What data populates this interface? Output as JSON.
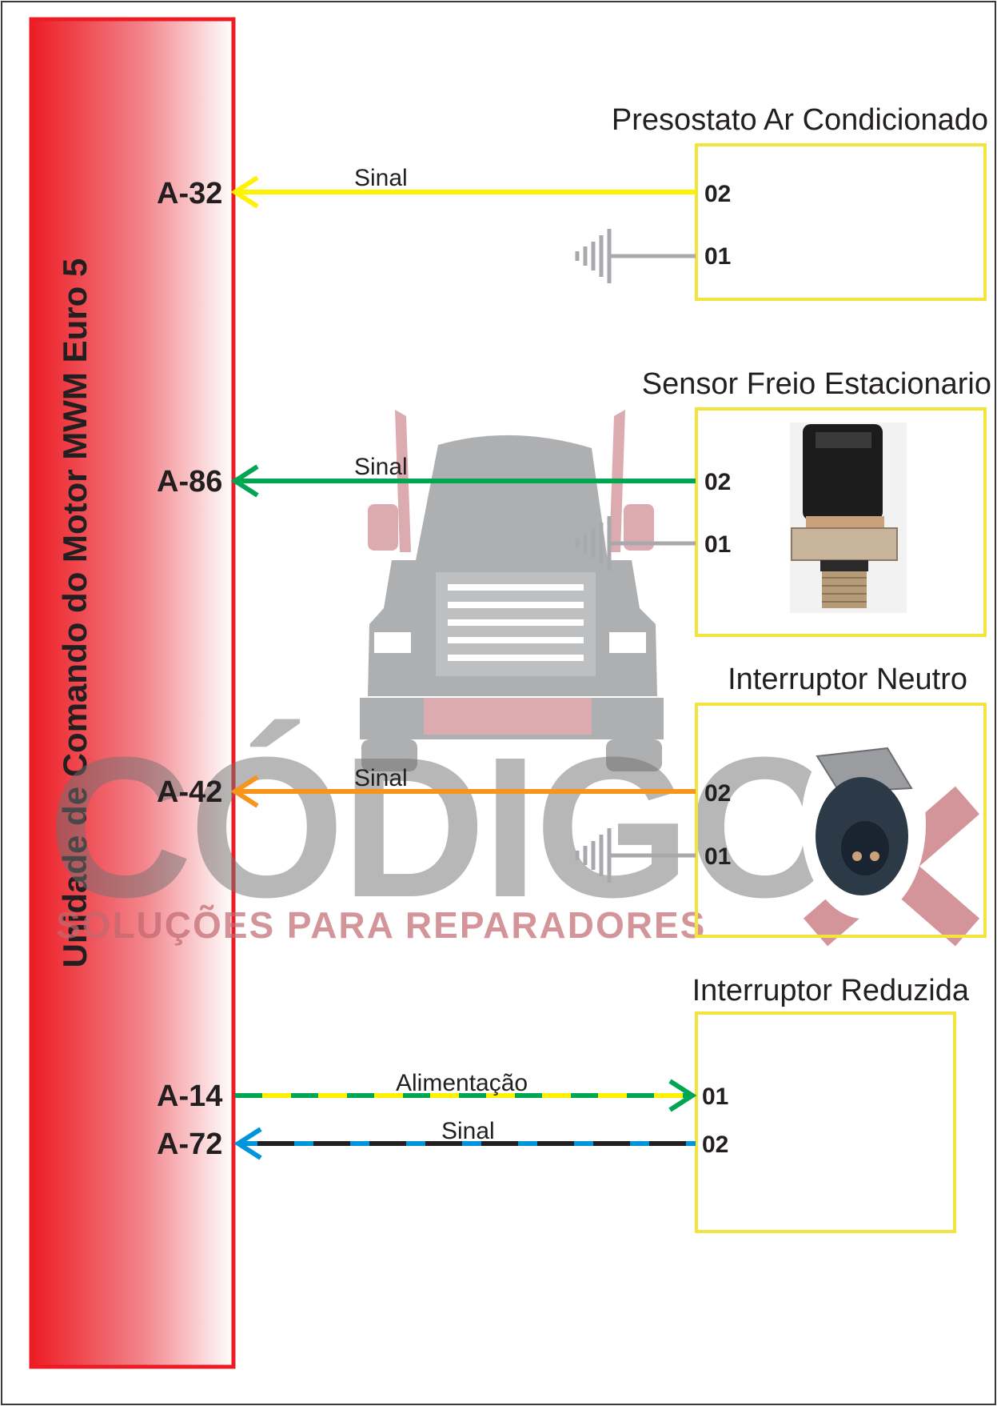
{
  "ecu": {
    "title": "Unidade de Comando do Motor MWM Euro 5"
  },
  "components": {
    "presostato": {
      "title": "Presostato Ar Condicionado",
      "pins": [
        "02",
        "01"
      ]
    },
    "freio": {
      "title": "Sensor Freio Estacionario",
      "pins": [
        "02",
        "01"
      ]
    },
    "neutro": {
      "title": "Interruptor Neutro",
      "pins": [
        "02",
        "01"
      ]
    },
    "reduzida": {
      "title": "Interruptor Reduzida",
      "pins": [
        "01",
        "02"
      ]
    }
  },
  "connections": [
    {
      "ecu_pin": "A-32",
      "label": "Sinal",
      "colors": [
        "#fff200"
      ],
      "component_pin": "02",
      "direction": "to-ecu"
    },
    {
      "ecu_pin": "A-86",
      "label": "Sinal",
      "colors": [
        "#00a651"
      ],
      "component_pin": "02",
      "direction": "to-ecu"
    },
    {
      "ecu_pin": "A-42",
      "label": "Sinal",
      "colors": [
        "#f7941d"
      ],
      "component_pin": "02",
      "direction": "to-ecu"
    },
    {
      "ecu_pin": "A-14",
      "label": "Alimentação",
      "colors": [
        "#fff200",
        "#00a651"
      ],
      "component_pin": "01",
      "direction": "to-component"
    },
    {
      "ecu_pin": "A-72",
      "label": "Sinal",
      "colors": [
        "#231f20",
        "#0095da"
      ],
      "component_pin": "02",
      "direction": "to-ecu"
    }
  ],
  "grounds": [
    {
      "component_pin": "01",
      "color": "#a7a9ac"
    },
    {
      "component_pin": "01",
      "color": "#a7a9ac"
    },
    {
      "component_pin": "01",
      "color": "#a7a9ac"
    }
  ],
  "watermark": {
    "brand": "CÓDIGO",
    "tagline": "SOLUÇÕES PARA REPARADORES"
  },
  "colors": {
    "ecu_red": "#ed1c24",
    "component_box": "#f2e43c",
    "ground": "#a7a9ac"
  }
}
